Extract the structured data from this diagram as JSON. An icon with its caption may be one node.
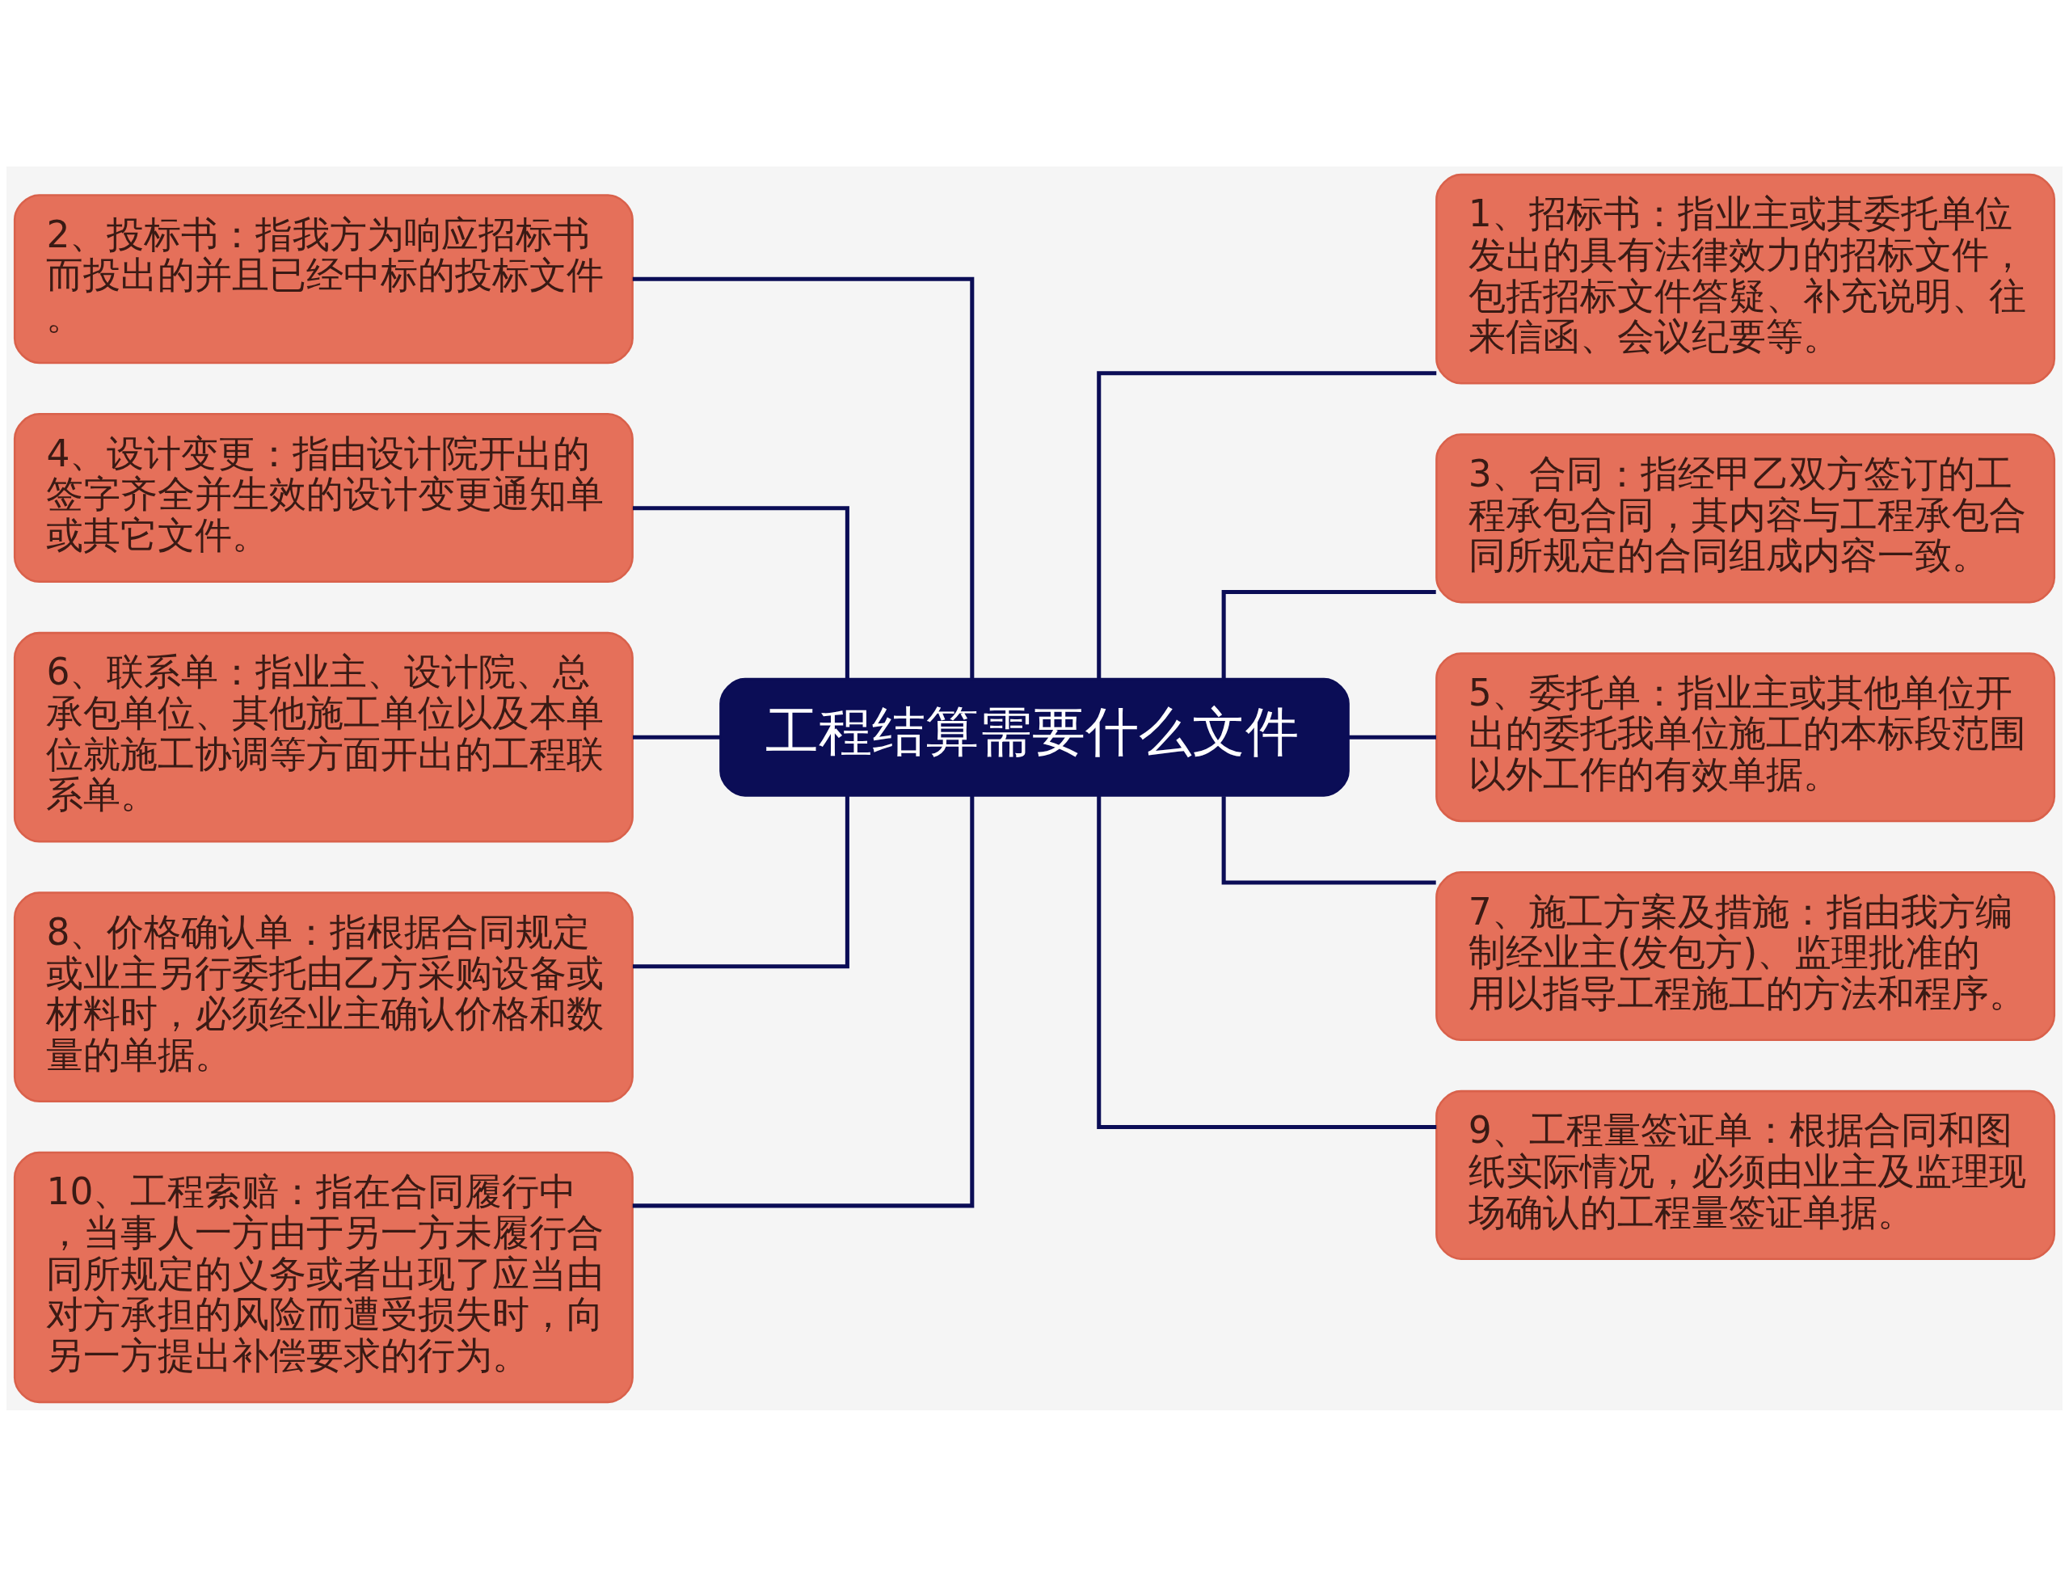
{
  "diagram": {
    "nodes": [
      {
        "text": [
          "工程结算需要什么文件"
        ]
      },
      {
        "text": [
          "2、投标书：指我方为响应招标书而投出的并且已经中标的投标文件。"
        ]
      },
      {
        "text": [
          "4、设计变更：指由设计院开出的签字齐全并生效的设计变更通知单或其它文件。"
        ]
      },
      {
        "text": [
          "6、联系单：指业主、设计院、总承包单位、其他施工单位以及本单位就施工协调等方面开出的工程联系单。"
        ]
      },
      {
        "text": [
          "8、价格确认单：指根据合同规定或业主另行委托由乙方采购设备或材料时，必须经业主确认价格和数量的单据。"
        ]
      },
      {
        "text": [
          "10、工程索赔：指在合同履行中，当事人一方由于另一方未履行合同所规定的义务或者出现了应当由对方承担的风险而遭受损失时，向另一方提出补偿要求的行为。"
        ]
      },
      {
        "text": [
          "1、招标书：指业主或其委托单位发出的具有法律效力的招标文件，包括招标文件答疑、补充说明、往来信函、会议纪要等。"
        ]
      },
      {
        "text": [
          "3、合同：指经甲乙双方签订的工程承包合同，其内容与工程承包合同所规定的合同组成内容一致。"
        ]
      },
      {
        "text": [
          "5、委托单：指业主或其他单位开出的委托我单位施工的本标段范围以外工作的有效单据。"
        ]
      },
      {
        "text": [
          "7、施工方案及措施：指由我方编制经业主(发包方)、监理批准的用以指导工程施工的方法和程序。"
        ]
      },
      {
        "text": [
          "9、工程量签证单：根据合同和图纸实际情况，必须由业主及监理现场确认的工程量签证单据。"
        ]
      }
    ],
    "edges": [
      {
        "from": 0,
        "to": 1,
        "arrow": "none"
      },
      {
        "from": 0,
        "to": 2,
        "arrow": "none"
      },
      {
        "from": 0,
        "to": 3,
        "arrow": "none"
      },
      {
        "from": 0,
        "to": 4,
        "arrow": "none"
      },
      {
        "from": 0,
        "to": 5,
        "arrow": "none"
      },
      {
        "from": 0,
        "to": 6,
        "arrow": "none"
      },
      {
        "from": 0,
        "to": 7,
        "arrow": "none"
      },
      {
        "from": 0,
        "to": 8,
        "arrow": "none"
      },
      {
        "from": 0,
        "to": 9,
        "arrow": "none"
      },
      {
        "from": 0,
        "to": 10,
        "arrow": "none"
      }
    ]
  }
}
